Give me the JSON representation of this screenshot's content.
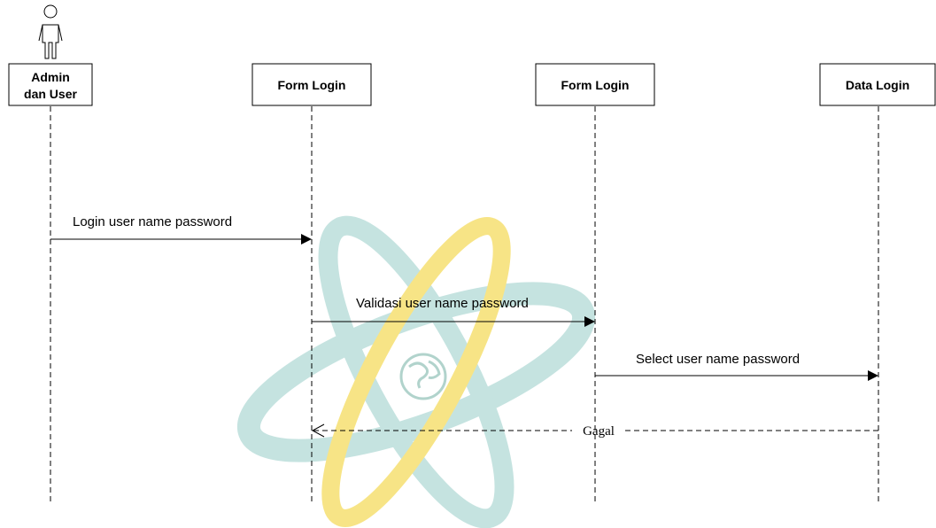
{
  "diagram": {
    "lifelines": [
      {
        "label_lines": [
          "Admin",
          "dan User"
        ],
        "is_actor": true
      },
      {
        "label_lines": [
          "Form Login"
        ],
        "is_actor": false
      },
      {
        "label_lines": [
          "Form Login"
        ],
        "is_actor": false
      },
      {
        "label_lines": [
          "Data Login"
        ],
        "is_actor": false
      }
    ],
    "messages": [
      {
        "from": 0,
        "to": 1,
        "label": "Login user name password",
        "style": "solid"
      },
      {
        "from": 1,
        "to": 2,
        "label": "Validasi user name password",
        "style": "solid"
      },
      {
        "from": 2,
        "to": 3,
        "label": "Select user name password",
        "style": "solid"
      },
      {
        "from": 3,
        "to": 1,
        "label": "Gagal",
        "style": "dashed-return"
      }
    ]
  },
  "watermark": {
    "icon": "atom-globe-logo",
    "colors": {
      "orbit_teal": "#bfe0dd",
      "orbit_yellow": "#f7e27a",
      "globe": "#a9cfc7"
    }
  }
}
